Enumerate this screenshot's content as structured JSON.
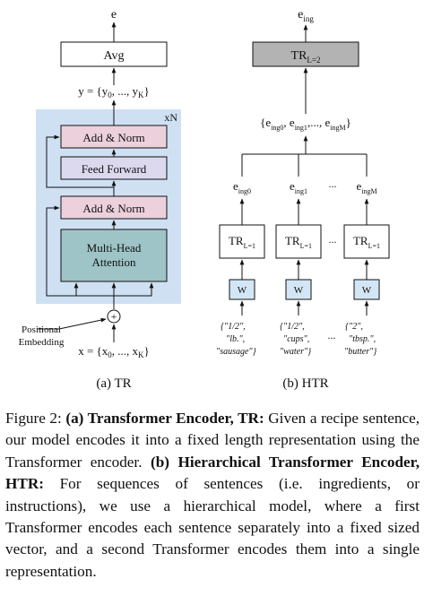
{
  "tr": {
    "output_label": "e",
    "avg_label": "Avg",
    "y_label": "y = {y",
    "y_sub0": "0",
    "y_mid": ", ..., y",
    "y_subK": "K",
    "y_close": "}",
    "repeat_label": "xN",
    "add_norm_top": "Add & Norm",
    "feed_forward": "Feed Forward",
    "add_norm_bottom": "Add & Norm",
    "mha_line1": "Multi-Head",
    "mha_line2": "Attention",
    "plus": "+",
    "pos_line1": "Positional",
    "pos_line2": "Embedding",
    "x_label": "x = {x",
    "x_sub0": "0",
    "x_mid": ", ..., x",
    "x_subK": "K",
    "x_close": "}",
    "subcaption": "(a) TR"
  },
  "htr": {
    "output_label": "e",
    "output_sub": "ing",
    "tr2_main": "TR",
    "tr2_sub": "L=2",
    "set_open": "{e",
    "set_sub0": "ing0",
    "set_comma1": ", e",
    "set_sub1": "ing1",
    "set_dots": ",..., e",
    "set_subM": "ingM",
    "set_close": "}",
    "e0_main": "e",
    "e0_sub": "ing0",
    "e1_main": "e",
    "e1_sub": "ing1",
    "eM_main": "e",
    "eM_sub": "ingM",
    "dots": "...",
    "tr1_main": "TR",
    "tr1_sub": "L=1",
    "w_label": "W",
    "words0": [
      "{\"1/2\",",
      "\"lb.\",",
      "\"sausage\"}"
    ],
    "words1": [
      "{\"1/2\",",
      "\"cups\",",
      "\"water\"}"
    ],
    "wordsM": [
      "{\"2\",",
      "\"tbsp.\",",
      "\"butter\"}"
    ],
    "subcaption": "(b) HTR"
  },
  "caption": {
    "prefix": "Figure 2: ",
    "bold_a": "(a) Transformer Encoder, TR:",
    "text_a": " Given a recipe sentence, our model encodes it into a fixed length representation using the Transformer encoder. ",
    "bold_b": "(b) Hierarchical Transformer Encoder, HTR:",
    "text_b": " For sequences of sentences (i.e. ingredients, or instructions), we use a hierarchical model, where a first Transformer encodes each sentence separately into a fixed sized vector, and a second Transformer encodes them into a single representation."
  },
  "colors": {
    "encoder_bg": "#cfe0f3",
    "add_norm": "#ecd0dc",
    "feed_forward": "#dcd8ee",
    "mha": "#9ec4c8",
    "tr2": "#b3b3b3",
    "w_box": "#d3e6f5"
  }
}
